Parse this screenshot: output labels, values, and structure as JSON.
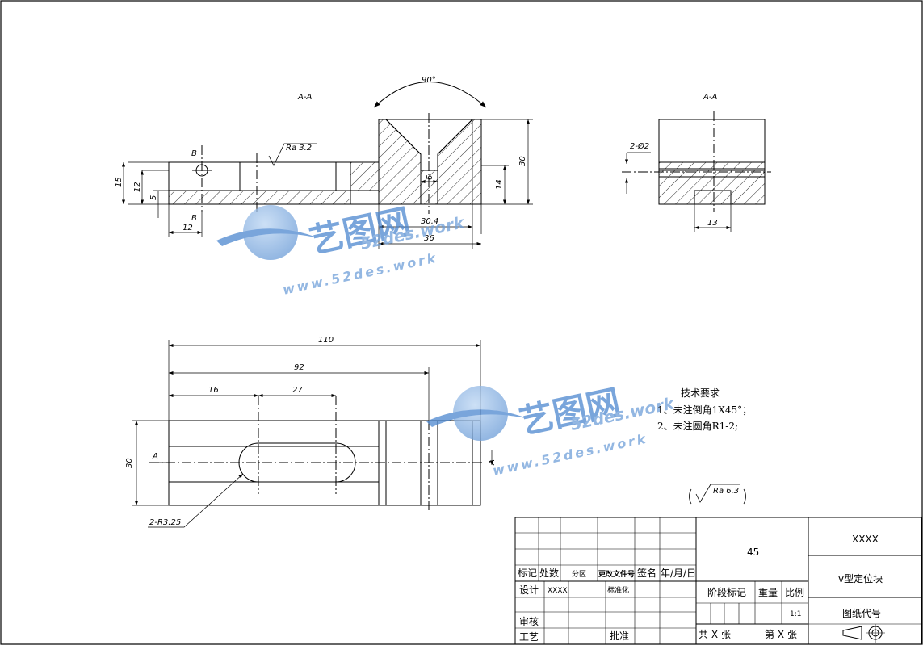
{
  "views": {
    "section_left_label": "A-A",
    "section_right_label": "A-A",
    "angle_label": "90°",
    "roughness_top": "Ra 3.2",
    "section_mark_b_top": "B",
    "section_mark_b_bottom": "B",
    "section_mark_a_left": "A",
    "section_mark_a_right": "A"
  },
  "dimensions": {
    "d15": "15",
    "d12v": "12",
    "d5": "5",
    "d12h": "12",
    "d6": "6",
    "d30_4": "30.4",
    "d36": "36",
    "d30v_top": "30",
    "d14": "14",
    "d2_phi2": "2-Ø2",
    "d13": "13",
    "d110": "110",
    "d92": "92",
    "d16": "16",
    "d27": "27",
    "d30v_plan": "30",
    "d2_r325": "2-R3.25"
  },
  "tech_requirements": {
    "title": "技术要求",
    "line1": "1、未注倒角1X45°；",
    "line2": "2、未注圆角R1-2;"
  },
  "general_roughness": "Ra 6.3",
  "watermark": {
    "brand": "艺图网",
    "url_top": "52des.work",
    "url_www": "www.52des.work"
  },
  "title_block": {
    "material": "45",
    "company": "XXXX",
    "part_name": "v型定位块",
    "drawing_code_label": "图纸代号",
    "row_mark": "标记",
    "row_count": "处数",
    "row_zone": "分区",
    "row_doc": "更改文件号",
    "row_sign": "签名",
    "row_date": "年/月/日",
    "design": "设计",
    "designer": "XXXX",
    "standardize": "标准化",
    "review": "审核",
    "process": "工艺",
    "approve": "批准",
    "stage_mark": "阶段标记",
    "weight": "重量",
    "scale_label": "比例",
    "scale": "1:1",
    "total_sheets": "共 X 张",
    "sheet_no": "第 X 张"
  }
}
